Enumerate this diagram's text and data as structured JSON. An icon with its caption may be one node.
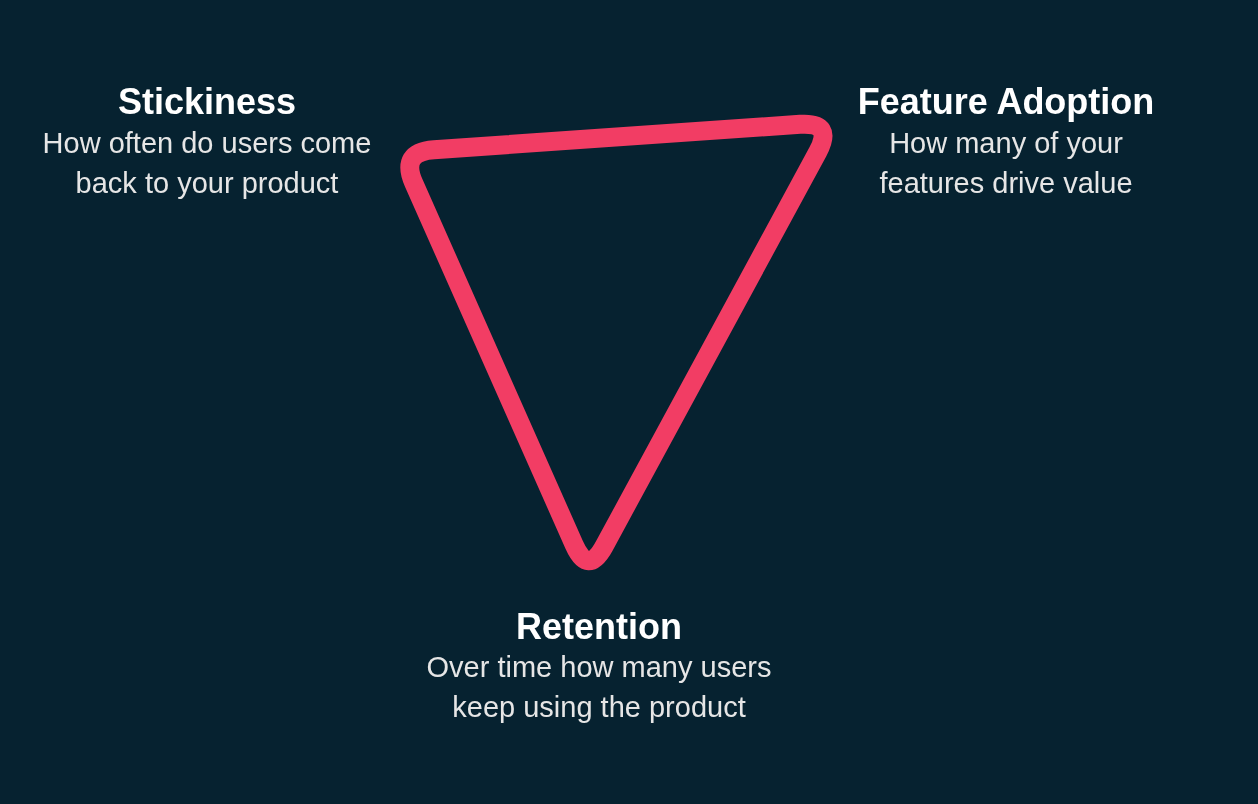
{
  "diagram": {
    "nodes": [
      {
        "text": [],
        "shape": "triangle"
      }
    ],
    "labels": [
      "Stickiness",
      "How often do users come back to your product",
      "Feature Adoption",
      "How many of your features drive value",
      "Retention",
      "Over time how many users keep using the product"
    ]
  }
}
